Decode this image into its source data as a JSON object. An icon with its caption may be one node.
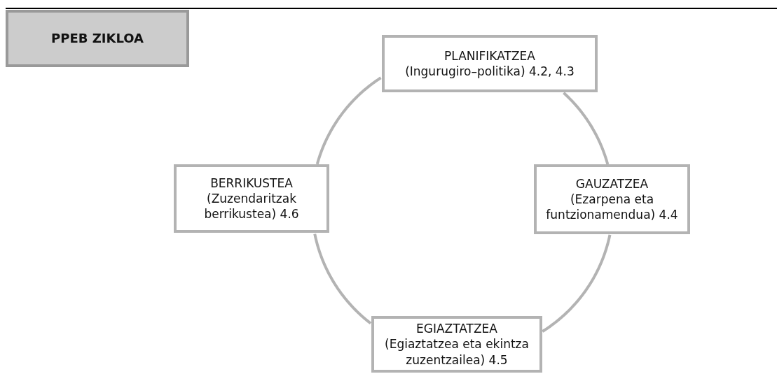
{
  "diagram": {
    "nodes": [
      {
        "text": [
          "PPEB ZIKLOA"
        ]
      },
      {
        "text": [
          "PLANIFIKATZEA",
          "(Ingurugiro–politika) 4.2, 4.3"
        ]
      },
      {
        "text": [
          "BERRIKUSTEA",
          "(Zuzendaritzak berrikustea) 4.6"
        ]
      },
      {
        "text": [
          "GAUZATZEA",
          "(Ezarpena eta funtzionamendua) 4.4"
        ]
      },
      {
        "text": [
          "EGIAZTATZEA",
          "(Egiaztatzea eta ekintza zuzentzailea) 4.5"
        ]
      }
    ],
    "edges": [
      {
        "from": 1,
        "to": 3,
        "arrow": "none"
      },
      {
        "from": 3,
        "to": 4,
        "arrow": "none"
      },
      {
        "from": 4,
        "to": 2,
        "arrow": "none"
      },
      {
        "from": 2,
        "to": 1,
        "arrow": "none"
      }
    ]
  }
}
